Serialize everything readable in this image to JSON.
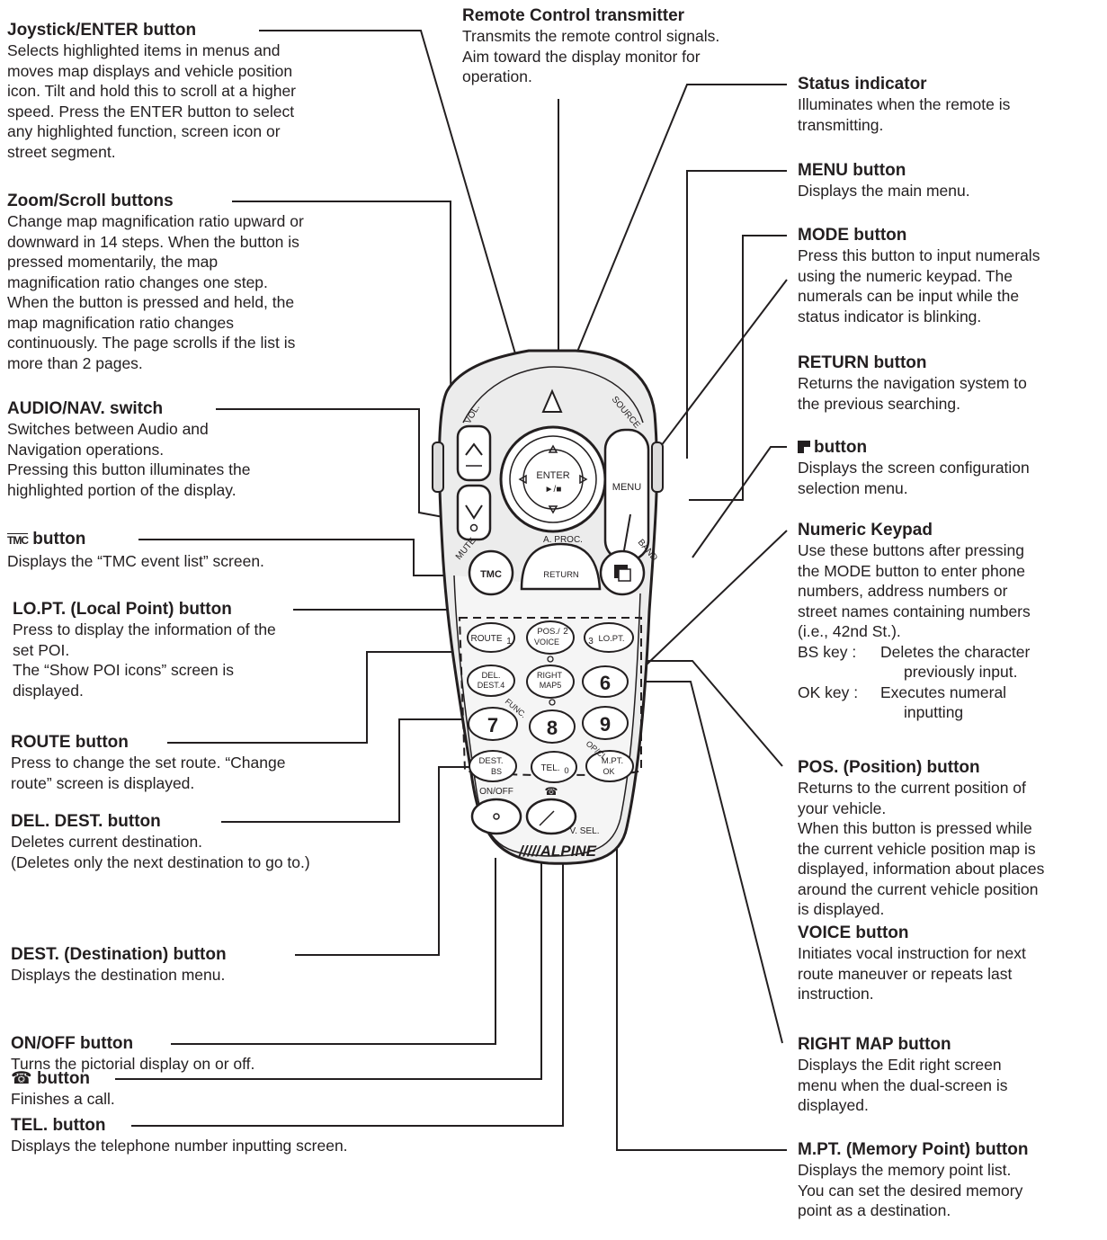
{
  "callouts": {
    "joystick": {
      "title": "Joystick/ENTER button",
      "desc": [
        "Selects highlighted items in menus and",
        "moves map displays and vehicle position",
        "icon. Tilt and hold this to scroll at a higher",
        "speed. Press the ENTER button to select",
        "any highlighted function, screen icon or",
        "street segment."
      ]
    },
    "zoom": {
      "title": "Zoom/Scroll buttons",
      "desc": [
        "Change map magnification ratio upward or",
        "downward in 14 steps. When the button is",
        "pressed momentarily, the map",
        "magnification ratio changes one step.",
        "When the button is pressed and held, the",
        "map magnification ratio changes",
        "continuously. The page scrolls if the list is",
        "more than 2 pages."
      ]
    },
    "audio_nav": {
      "title": "AUDIO/NAV. switch",
      "desc": [
        "Switches between Audio and",
        "Navigation operations.",
        "Pressing this button illuminates the",
        "highlighted portion of the display."
      ]
    },
    "tmc": {
      "title": "button",
      "desc": [
        "Displays the “TMC event list” screen."
      ]
    },
    "lopt": {
      "title": "LO.PT. (Local Point) button",
      "desc": [
        "Press to display the information of the",
        "set POI.",
        "The “Show POI icons” screen is",
        "displayed."
      ]
    },
    "route": {
      "title": "ROUTE button",
      "desc": [
        "Press to change the set route. “Change",
        "route” screen is displayed."
      ]
    },
    "del_dest": {
      "title": "DEL. DEST. button",
      "desc": [
        "Deletes current destination.",
        "(Deletes only the next destination to go to.)"
      ]
    },
    "dest": {
      "title": "DEST. (Destination) button",
      "desc": [
        "Displays the destination menu."
      ]
    },
    "onoff": {
      "title": "ON/OFF button",
      "desc": [
        "Turns the pictorial display on or off."
      ]
    },
    "phone": {
      "title": "button",
      "desc": [
        "Finishes a call."
      ]
    },
    "tel": {
      "title": "TEL. button",
      "desc": [
        "Displays the telephone number inputting screen."
      ]
    },
    "remote": {
      "title": "Remote Control transmitter",
      "desc": [
        "Transmits the remote control signals.",
        "Aim toward the display monitor for",
        "operation."
      ]
    },
    "status": {
      "title": "Status indicator",
      "desc": [
        "Illuminates when the remote is",
        "transmitting."
      ]
    },
    "menu": {
      "title": "MENU button",
      "desc": [
        "Displays the main menu."
      ]
    },
    "mode": {
      "title": "MODE button",
      "desc": [
        "Press this button to input numerals",
        "using the numeric keypad. The",
        "numerals can be input while the",
        "status indicator is blinking."
      ]
    },
    "return": {
      "title": "RETURN button",
      "desc": [
        "Returns the navigation system to",
        "the previous searching."
      ]
    },
    "screen": {
      "title": "button",
      "desc": [
        "Displays the screen configuration",
        "selection menu."
      ]
    },
    "keypad": {
      "title": "Numeric Keypad",
      "desc": [
        "Use these buttons after pressing",
        "the MODE button to enter phone",
        "numbers, address numbers or",
        "street names containing numbers",
        "(i.e., 42nd St.)."
      ],
      "keys": [
        {
          "name": "BS key",
          "sep": ":",
          "desc": [
            "Deletes the character",
            "previously input."
          ]
        },
        {
          "name": "OK key",
          "sep": ":",
          "desc": [
            "Executes numeral",
            "inputting"
          ]
        }
      ]
    },
    "pos": {
      "title": "POS. (Position) button",
      "desc": [
        "Returns to the current position of",
        "your vehicle.",
        "When this button is pressed while",
        "the current vehicle position map is",
        "displayed, information about places",
        "around the current vehicle position",
        "is displayed."
      ]
    },
    "voice": {
      "title": "VOICE button",
      "desc": [
        "Initiates vocal instruction for next",
        "route maneuver or repeats last",
        "instruction."
      ]
    },
    "right_map": {
      "title": "RIGHT MAP button",
      "desc": [
        "Displays the Edit right screen",
        "menu when the dual-screen is",
        "displayed."
      ]
    },
    "mpt": {
      "title": "M.PT. (Memory Point) button",
      "desc": [
        "Displays the memory point list.",
        "You can set the desired memory",
        "point as a destination."
      ]
    }
  },
  "remote_labels": {
    "vol": "VOL.",
    "source": "SOURCE",
    "enter": "ENTER",
    "play": "►/■",
    "menu": "MENU",
    "aproc": "A. PROC.",
    "return": "RETURN",
    "mute": "MUTE",
    "band": "BAND",
    "tmc": "TMC",
    "route": "ROUTE",
    "route_num": "1",
    "pos": "POS./",
    "voice": "VOICE",
    "pos_num": "2",
    "lopt_num": "3",
    "lopt": "LO.PT.",
    "del": "DEL.",
    "dest4": "DEST.4",
    "right": "RIGHT",
    "map5": "MAP5",
    "k6": "6",
    "k7": "7",
    "k8": "8",
    "k9": "9",
    "func": "FUNC.",
    "opcl": "OP/CL",
    "dest": "DEST.",
    "bs": "BS",
    "tel": "TEL.",
    "tel_num": "0",
    "mpt": "M.PT.",
    "ok": "OK",
    "onoff": "ON/OFF",
    "phone_glyph": "☎",
    "vsel": "V. SEL.",
    "brand": "/////ALPINE"
  }
}
